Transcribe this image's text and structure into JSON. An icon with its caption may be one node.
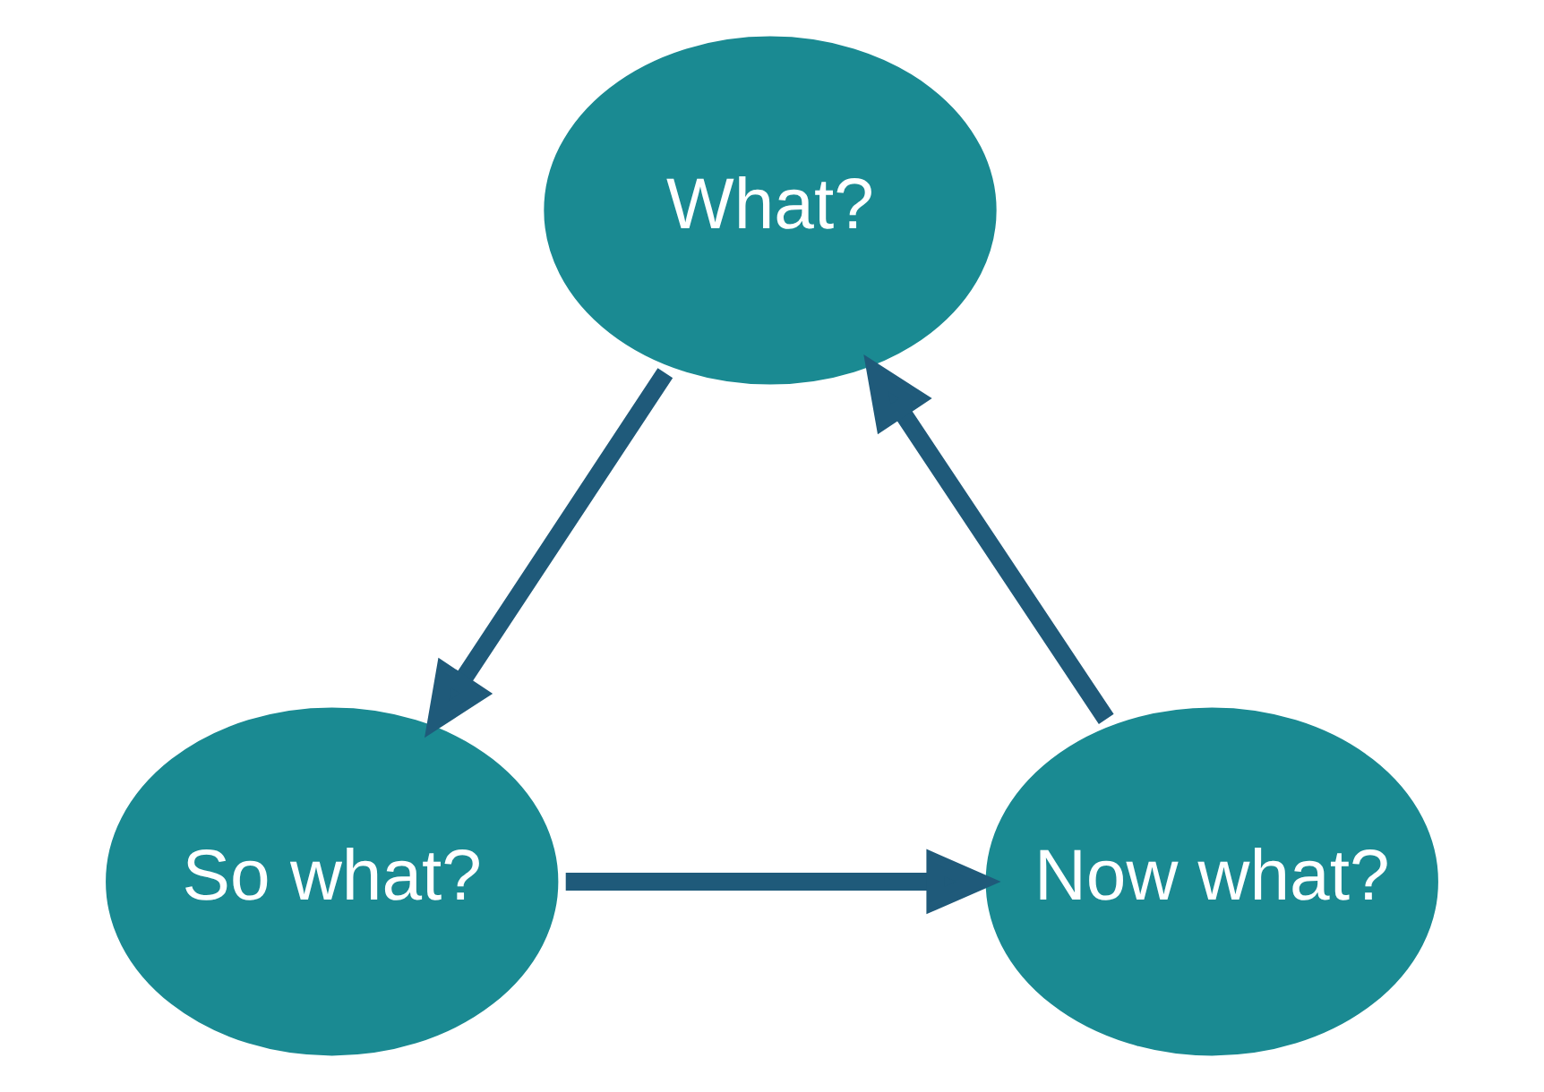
{
  "diagram": {
    "nodes": [
      {
        "text": [
          "What?"
        ]
      },
      {
        "text": [
          "So what?"
        ]
      },
      {
        "text": [
          "Now what?"
        ]
      }
    ],
    "edges": [
      {
        "from": 0,
        "to": 1,
        "arrow": "to"
      },
      {
        "from": 1,
        "to": 2,
        "arrow": "to"
      },
      {
        "from": 2,
        "to": 0,
        "arrow": "to"
      }
    ]
  }
}
